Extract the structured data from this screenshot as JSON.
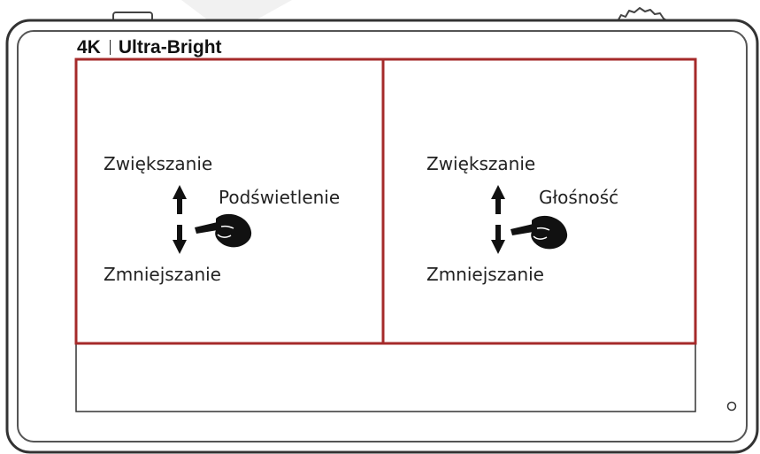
{
  "device": {
    "brand": "4K",
    "model": "Ultra-Bright"
  },
  "panels": {
    "left": {
      "increase_label": "Zwiększanie",
      "decrease_label": "Zmniejszanie",
      "function_label": "Podświetlenie"
    },
    "right": {
      "increase_label": "Zwiększanie",
      "decrease_label": "Zmniejszanie",
      "function_label": "Głośność"
    }
  },
  "colors": {
    "highlight": "#a52a2a",
    "outline": "#222222"
  }
}
